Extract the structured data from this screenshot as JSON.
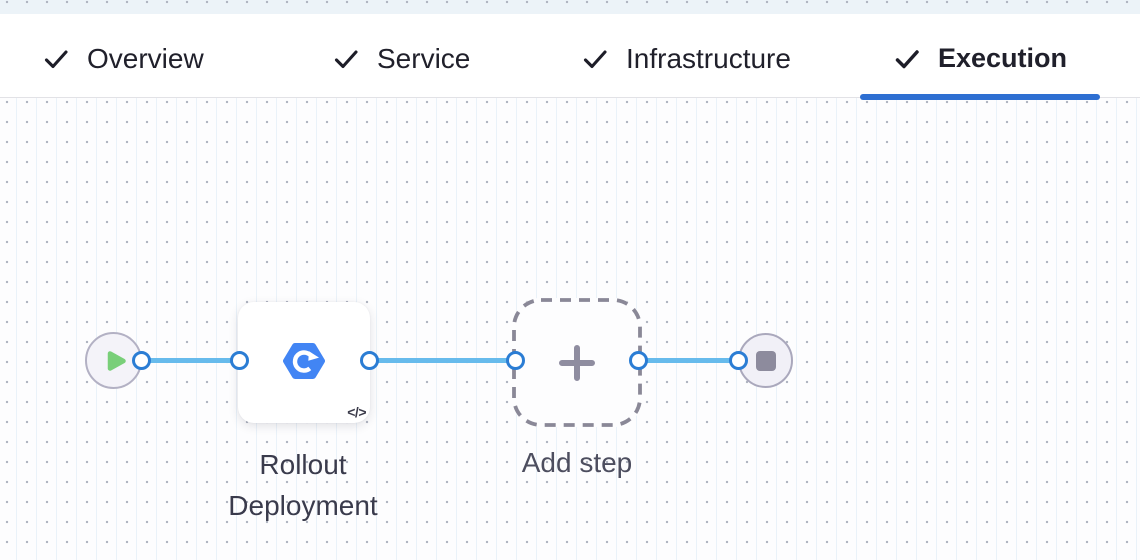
{
  "tabs": {
    "items": [
      {
        "label": "Overview",
        "checked": true
      },
      {
        "label": "Service",
        "checked": true
      },
      {
        "label": "Infrastructure",
        "checked": true
      },
      {
        "label": "Execution",
        "checked": true
      }
    ],
    "active": "Execution",
    "accent_color": "#2e6fd2"
  },
  "pipeline": {
    "start_node": {
      "icon": "play-icon",
      "color": "#79cf79"
    },
    "step_node": {
      "label": "Rollout Deployment",
      "icon": "gcp-deploy-icon",
      "icon_color": "#4285f4",
      "code_glyph": "</>"
    },
    "add_node": {
      "label": "Add step",
      "icon": "plus-icon"
    },
    "end_node": {
      "icon": "stop-square-icon",
      "color": "#8d8b9d"
    },
    "connector_color": "#67bbec"
  }
}
